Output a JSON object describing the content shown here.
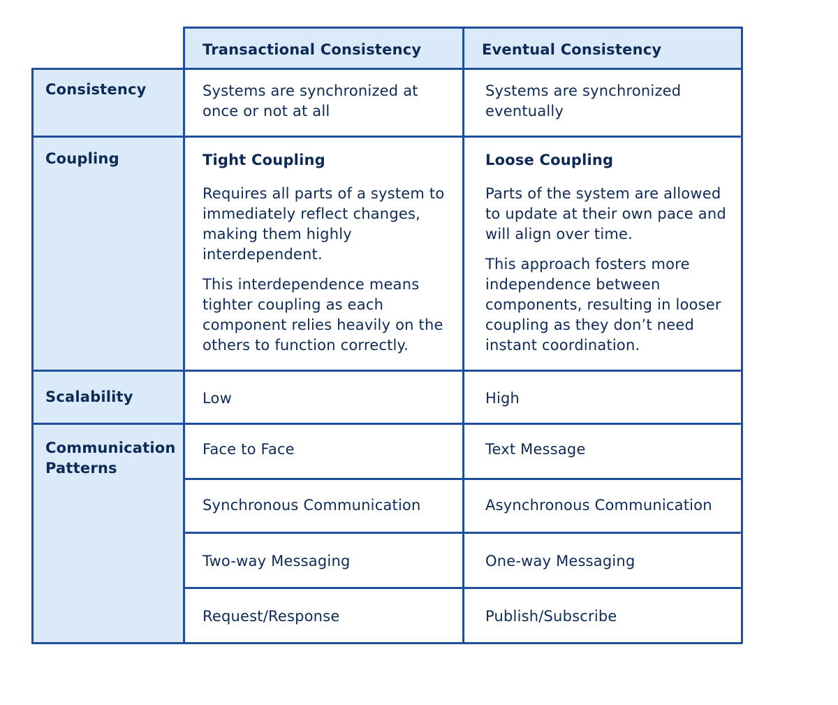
{
  "columns": {
    "transactional": "Transactional Consistency",
    "eventual": "Eventual Consistency"
  },
  "rows": {
    "consistency": {
      "label": "Consistency",
      "transactional": "Systems are synchronized at once or not at all",
      "eventual": "Systems are synchronized eventually"
    },
    "coupling": {
      "label": "Coupling",
      "transactional": {
        "title": "Tight Coupling",
        "para1": "Requires all parts of a system to immediately reflect changes, making them highly interdependent.",
        "para2": "This interdependence means tighter coupling as each component relies heavily on the others to function correctly."
      },
      "eventual": {
        "title": "Loose Coupling",
        "para1": "Parts of the system are allowed to update at their own pace and will align over time.",
        "para2": "This approach fosters more independence between components, resulting in looser coupling as they don’t need instant coordination."
      }
    },
    "scalability": {
      "label": "Scalability",
      "transactional": "Low",
      "eventual": "High"
    },
    "communication": {
      "label": "Communication Patterns",
      "items": [
        {
          "transactional": "Face to Face",
          "eventual": "Text Message"
        },
        {
          "transactional": "Synchronous Communication",
          "eventual": "Asynchronous Communication"
        },
        {
          "transactional": "Two-way Messaging",
          "eventual": "One-way Messaging"
        },
        {
          "transactional": "Request/Response",
          "eventual": "Publish/Subscribe"
        }
      ]
    }
  },
  "colors": {
    "line": "#1f4f9b",
    "header_fill": "#dbeaf8",
    "text": "#0d2a57"
  }
}
